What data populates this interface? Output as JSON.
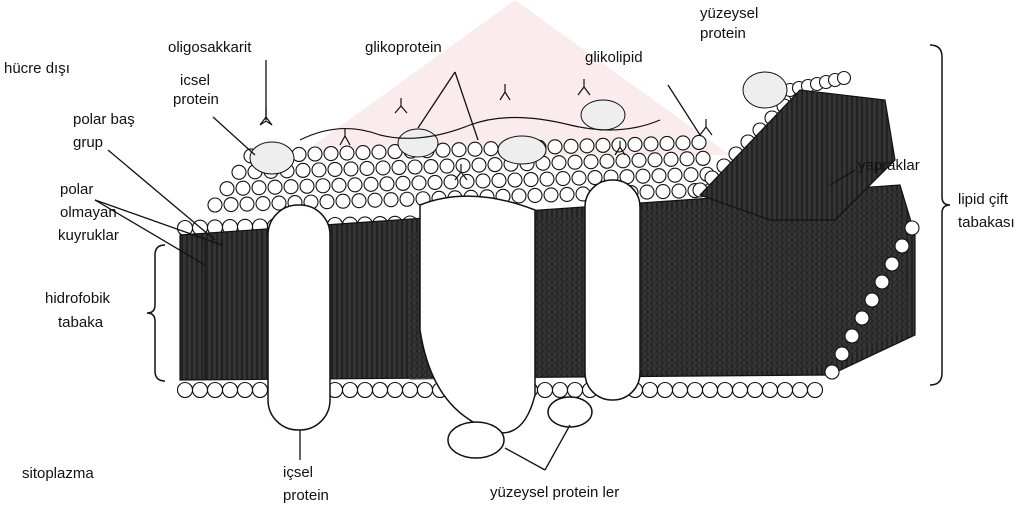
{
  "diagram": {
    "labels": {
      "outside": "hücre dışı",
      "oligo": "oligosakkarit",
      "integral_top_1": "icsel",
      "integral_top_2": "protein",
      "glycoprotein": "glikoprotein",
      "glycolipid": "glikolipid",
      "peripheral_top_1": "yüzeysel",
      "peripheral_top_2": "protein",
      "polar_head_1": "polar baş",
      "polar_head_2": "grup",
      "nonpolar_1": "polar",
      "nonpolar_2": "olmayan",
      "nonpolar_3": "kuyruklar",
      "hydrophobic_1": "hidrofobik",
      "hydrophobic_2": "tabaka",
      "leaflets": "yapraklar",
      "bilayer_1": "lipid çift",
      "bilayer_2": "tabakası",
      "cytoplasm": "sitoplazma",
      "integral_bottom_1": "içsel",
      "integral_bottom_2": "protein",
      "peripheral_bottom": "yüzeysel protein ler"
    },
    "colors": {
      "watermark": "#c92d2d",
      "membrane_core": "#2f2f2f",
      "line": "#111111"
    }
  }
}
